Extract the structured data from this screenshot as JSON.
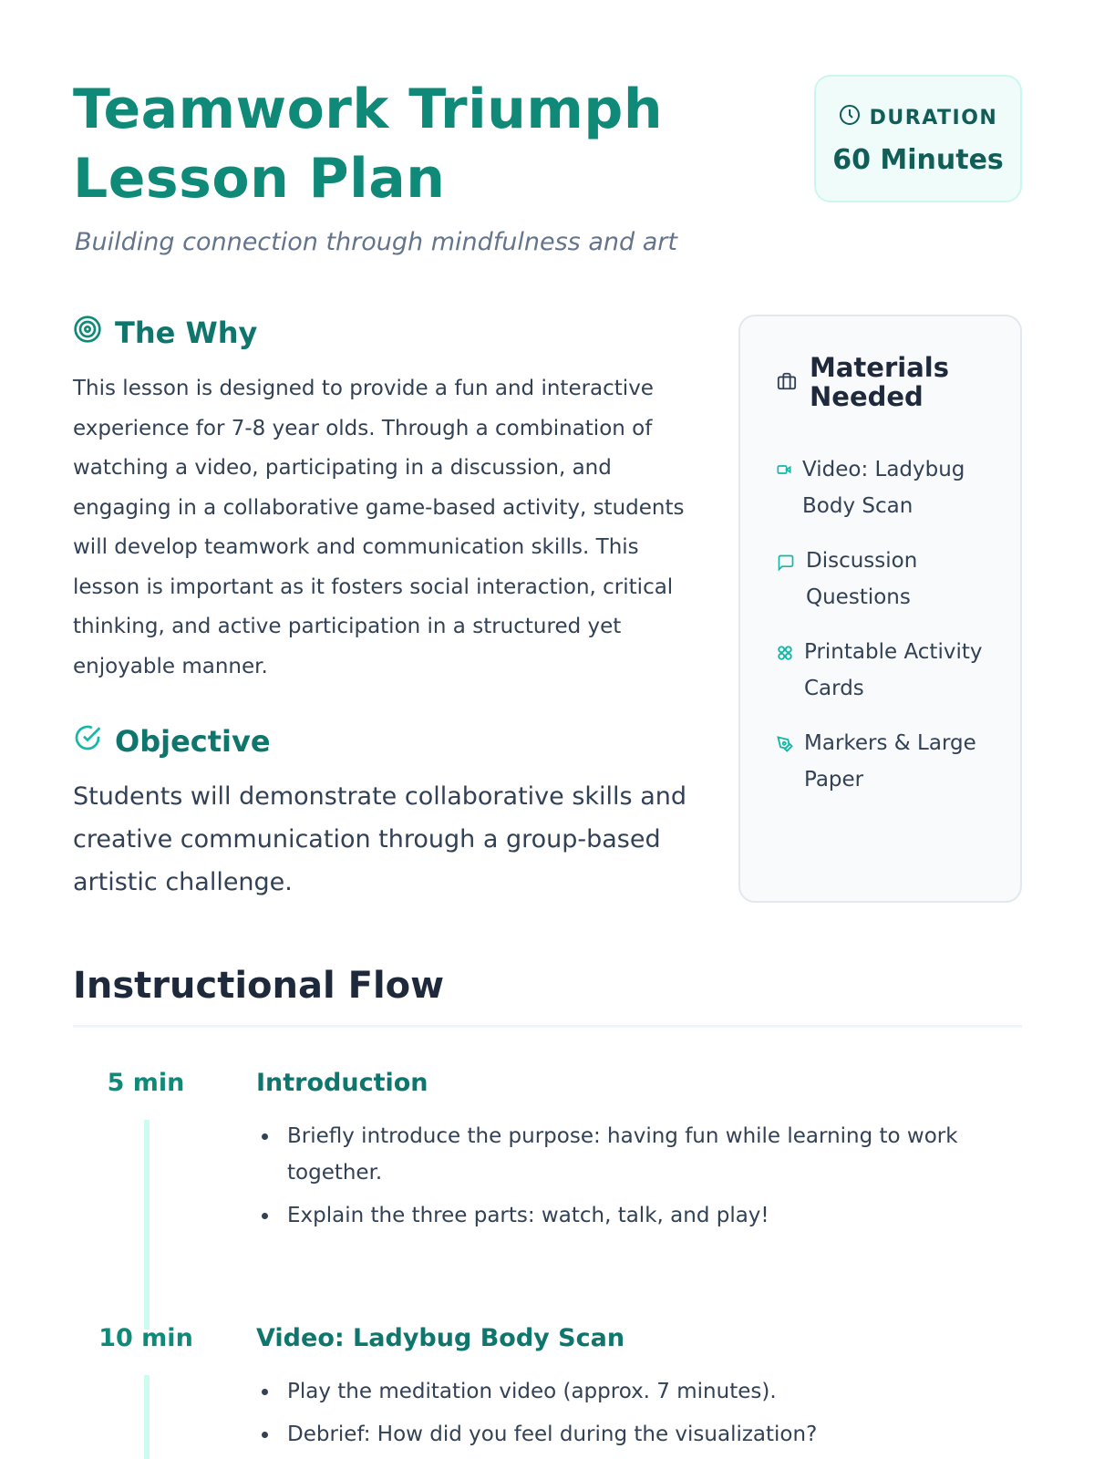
{
  "header": {
    "title": "Teamwork Triumph Lesson Plan",
    "subtitle": "Building connection through mindfulness and art"
  },
  "duration": {
    "label": "DURATION",
    "value": "60 Minutes",
    "icon": "clock-icon"
  },
  "why": {
    "heading": "The Why",
    "icon": "target-icon",
    "text": "This lesson is designed to provide a fun and interactive experience for 7-8 year olds. Through a combination of watching a video, participating in a discussion, and engaging in a collaborative game-based activity, students will develop teamwork and communication skills. This lesson is important as it fosters social interaction, critical thinking, and active participation in a structured yet enjoyable manner."
  },
  "objective": {
    "heading": "Objective",
    "icon": "check-circle-icon",
    "text": "Students will demonstrate collaborative skills and creative communication through a group-based artistic challenge."
  },
  "materials": {
    "heading": "Materials Needed",
    "icon": "briefcase-icon",
    "items": [
      {
        "label": "Video: Ladybug Body Scan",
        "icon": "video-icon"
      },
      {
        "label": "Discussion Questions",
        "icon": "chat-icon"
      },
      {
        "label": "Printable Activity Cards",
        "icon": "grid-icon"
      },
      {
        "label": "Markers & Large Paper",
        "icon": "pen-icon"
      }
    ]
  },
  "flow": {
    "heading": "Instructional Flow",
    "steps": [
      {
        "time": "5 min",
        "title": "Introduction",
        "bullets": [
          "Briefly introduce the purpose: having fun while learning to work together.",
          "Explain the three parts: watch, talk, and play!"
        ]
      },
      {
        "time": "10 min",
        "title": "Video: Ladybug Body Scan",
        "bullets": [
          "Play the meditation video (approx. 7 minutes).",
          "Debrief: How did you feel during the visualization?"
        ]
      }
    ]
  },
  "colors": {
    "accent": "#0f8a78",
    "accent_light": "#ccfbef"
  }
}
